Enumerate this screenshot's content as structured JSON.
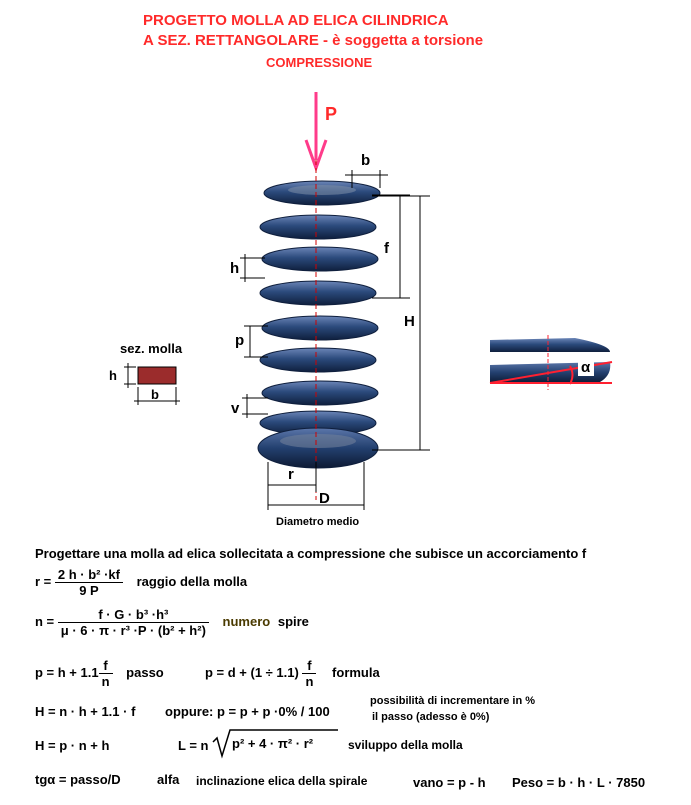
{
  "header": {
    "title_line1": "PROGETTO MOLLA  AD ELICA  CILINDRICA",
    "title_line2": "A SEZ. RETTANGOLARE",
    "title_line2_suffix": " - è soggetta a torsione",
    "subtitle": "COMPRESSIONE"
  },
  "diagram": {
    "load_label": "P",
    "b_label": "b",
    "f_label": "f",
    "h_label": "h",
    "H_label": "H",
    "p_label": "p",
    "v_label": "v",
    "r_label": "r",
    "D_label": "D",
    "diametro_label": "Diametro medio",
    "alpha_label": "α",
    "section_title": "sez. molla",
    "section_h": "h",
    "section_b": "b",
    "colors": {
      "spring": "#2b4a7c",
      "spring_dark": "#16274a",
      "section": "#9b2c2c",
      "title": "#ff2a2a",
      "arrow": "#ff3b8a"
    }
  },
  "formulas": {
    "intro": "Progettare una molla ad elica sollecitata a compressione  che subisce  un accorciamento  f",
    "r_lhs": "r =",
    "r_num": "2 h · b² ·kf",
    "r_den": "9 P",
    "r_desc": "raggio della molla",
    "n_lhs": "n =",
    "n_num": "f · G · b³ ·h³",
    "n_den": "μ ·  6 ·  π  · r³ ·P · (b² + h²)",
    "n_desc_word": "numero",
    "n_desc_rest": "spire",
    "p1_lhs": "p = h + 1.1",
    "p1_num": "f",
    "p1_den": "n",
    "p1_desc": "passo",
    "p2_lhs": "p = d + (1 ÷ 1.1)",
    "p2_num": "f",
    "p2_den": "n",
    "p2_desc": "formula",
    "H1": "H = n · h + 1.1 · f",
    "oppure": "oppure:   p = p + p ·0% / 100",
    "note1": "possibilità di incrementare  in %",
    "note2": "il passo (adesso è 0%)",
    "H2": "H = p · n + h",
    "L_lhs": "L = n",
    "L_rad": "p² +  4 ·  π² · r²",
    "L_desc": "sviluppo della molla",
    "tg": "tgα = passo/D",
    "alfa": "alfa",
    "incl": "inclinazione elica della spirale",
    "vano": "vano = p - h",
    "peso": "Peso = b · h · L · 7850"
  }
}
